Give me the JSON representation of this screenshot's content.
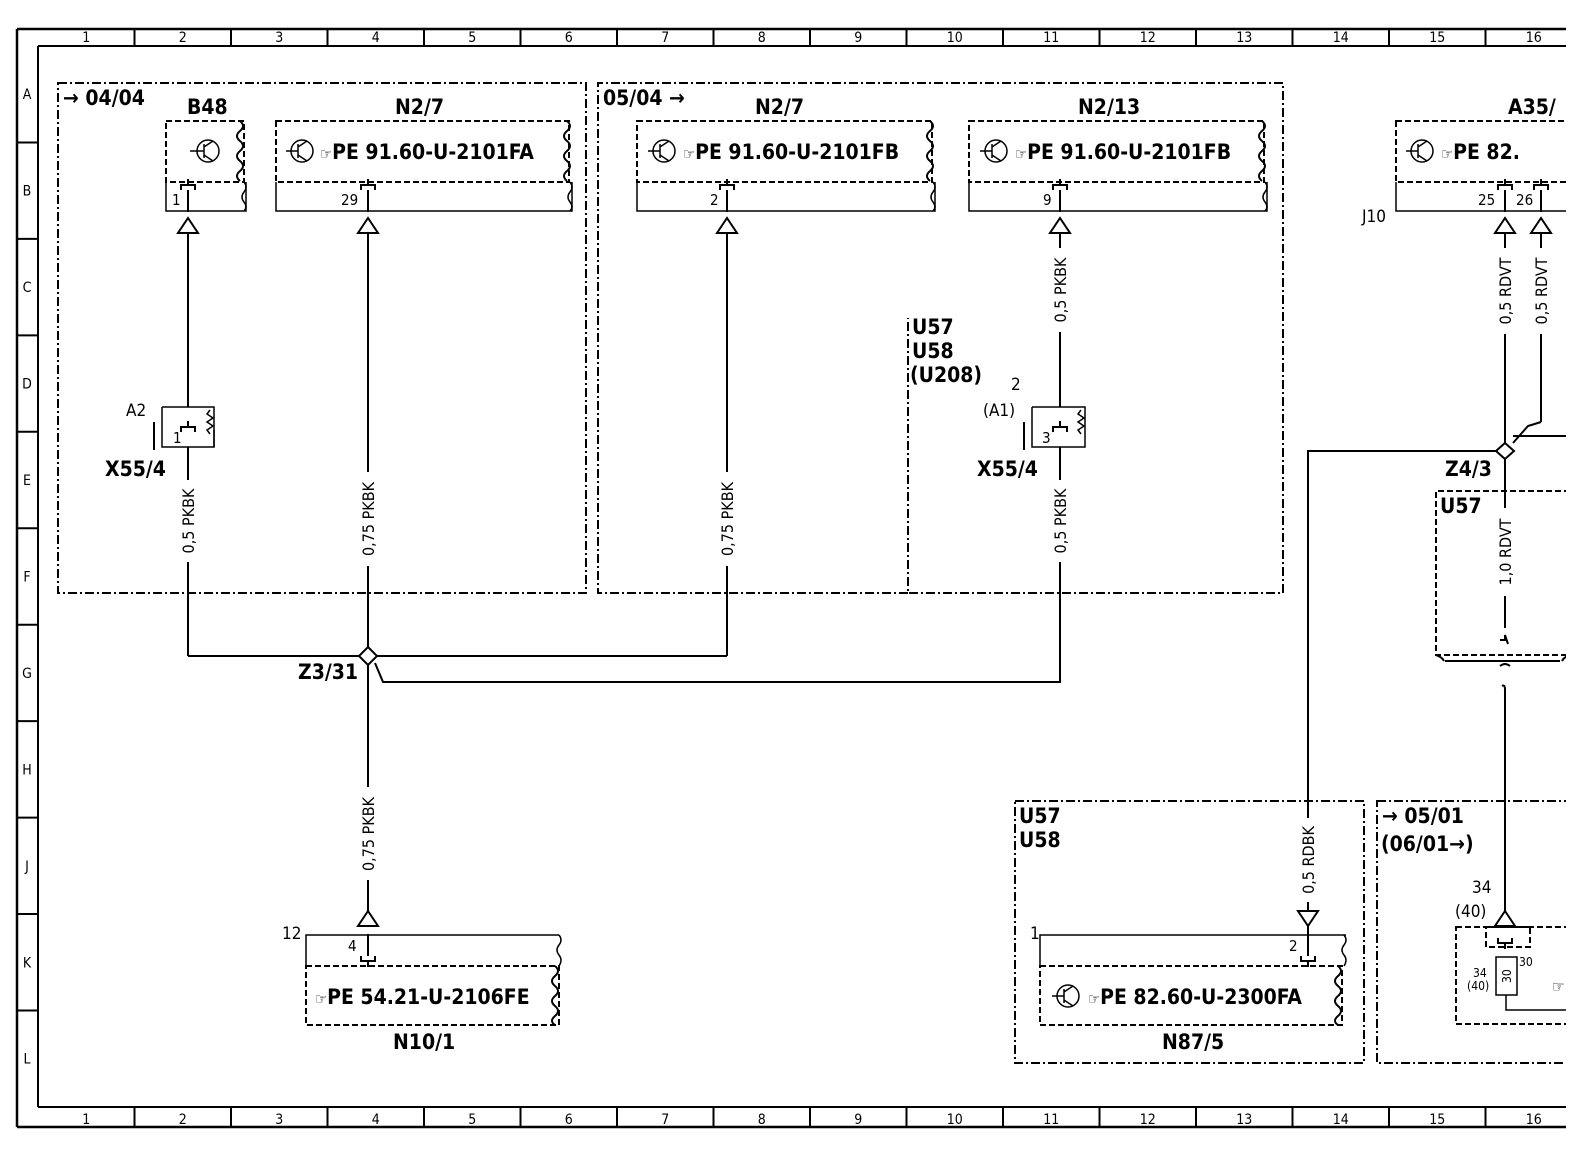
{
  "grid": {
    "columns": [
      "1",
      "2",
      "3",
      "4",
      "5",
      "6",
      "7",
      "8",
      "9",
      "10",
      "11",
      "12",
      "13",
      "14",
      "15",
      "16"
    ],
    "rows": [
      "A",
      "B",
      "C",
      "D",
      "E",
      "F",
      "G",
      "H",
      "J",
      "K",
      "L"
    ]
  },
  "zones": {
    "z1": "→ 04/04",
    "z2": "05/04 →",
    "z3_l1": "U57",
    "z3_l2": "U58",
    "z3_l3": "(U208)",
    "n87_l1": "U57",
    "n87_l2": "U58",
    "r_l1": "→ 05/01",
    "r_l2": "(06/01→)",
    "u57": "U57"
  },
  "components": {
    "b48": "B48",
    "n27a": "N2/7",
    "n27b": "N2/7",
    "n213": "N2/13",
    "a35": "A35/",
    "n101": "N10/1",
    "n875": "N87/5"
  },
  "refs": {
    "n27a": "PE  91.60-U-2101FA",
    "n27b": "PE  91.60-U-2101FB",
    "n213": "PE  91.60-U-2101FB",
    "a35": "PE  82.",
    "n101": "PE  54.21-U-2106FE",
    "n875": "PE  82.60-U-2300FA"
  },
  "pins": {
    "b48": "1",
    "n27a": "29",
    "n27b": "2",
    "n213": "9",
    "a35a": "25",
    "a35b": "26",
    "x1": "1",
    "x2": "3",
    "n101": "4",
    "n101_out": "12",
    "n87_out": "1",
    "n87": "2",
    "r34": "34",
    "r40": "(40)",
    "r34b": "34",
    "r40b": "(40)",
    "r30a": "30",
    "r30b": "30"
  },
  "connectors": {
    "x55_1": "X55/4",
    "x55_2": "X55/4",
    "a2": "A2",
    "a1": "(A1)",
    "a1n": "2",
    "z331": "Z3/31",
    "z43": "Z4/3",
    "j10": "J10"
  },
  "wires": {
    "w1": "0,5 PKBK",
    "w2": "0,75 PKBK",
    "w3": "0,75 PKBK",
    "w4": "0,5 PKBK",
    "w5": "0,5 PKBK",
    "w6": "0,75 PKBK",
    "w7": "0,5 RDVT",
    "w8": "0,5 RDVT",
    "w9": "1,0 RDVT",
    "w10": "0,5 RDBK"
  }
}
